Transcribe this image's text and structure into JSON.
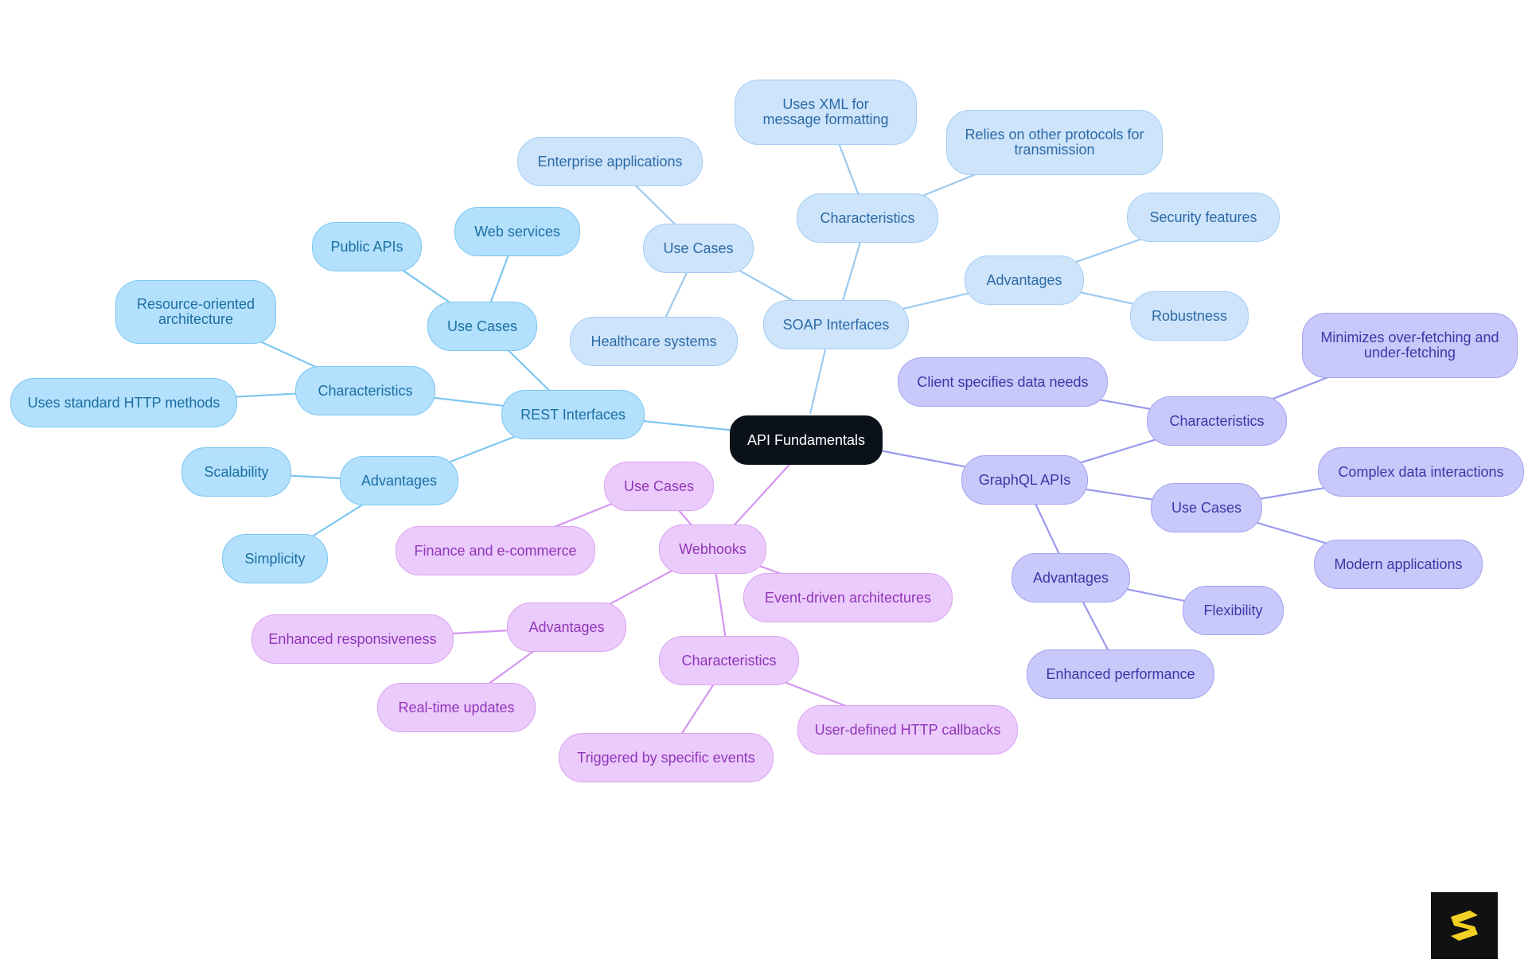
{
  "root": {
    "label": "API Fundamentals"
  },
  "branches": {
    "rest": {
      "label": "REST Interfaces",
      "use_cases": {
        "label": "Use Cases",
        "items": [
          "Public APIs",
          "Web services"
        ]
      },
      "characteristics": {
        "label": "Characteristics",
        "items": [
          "Resource-oriented architecture",
          "Uses standard HTTP methods"
        ]
      },
      "advantages": {
        "label": "Advantages",
        "items": [
          "Scalability",
          "Simplicity"
        ]
      }
    },
    "soap": {
      "label": "SOAP Interfaces",
      "use_cases": {
        "label": "Use Cases",
        "items": [
          "Enterprise applications",
          "Healthcare systems"
        ]
      },
      "characteristics": {
        "label": "Characteristics",
        "items": [
          "Uses XML for message formatting",
          "Relies on other protocols for transmission"
        ]
      },
      "advantages": {
        "label": "Advantages",
        "items": [
          "Security features",
          "Robustness"
        ]
      }
    },
    "graphql": {
      "label": "GraphQL APIs",
      "characteristics": {
        "label": "Characteristics",
        "items": [
          "Client specifies data needs",
          "Minimizes over-fetching and under-fetching"
        ]
      },
      "use_cases": {
        "label": "Use Cases",
        "items": [
          "Complex data interactions",
          "Modern applications"
        ]
      },
      "advantages": {
        "label": "Advantages",
        "items": [
          "Flexibility",
          "Enhanced performance"
        ]
      }
    },
    "webhooks": {
      "label": "Webhooks",
      "use_cases": {
        "label": "Use Cases",
        "items": [
          "Finance and e-commerce",
          "Event-driven architectures"
        ]
      },
      "advantages": {
        "label": "Advantages",
        "items": [
          "Enhanced responsiveness",
          "Real-time updates"
        ]
      },
      "characteristics": {
        "label": "Characteristics",
        "items": [
          "Triggered by specific events",
          "User-defined HTTP callbacks"
        ]
      }
    }
  },
  "logo": {
    "name": "brand-logo-icon"
  },
  "colors": {
    "root": "#0b1119",
    "rest": "#b3e0fc",
    "soap": "#cde4fb",
    "graphql": "#c8c8fb",
    "webhooks": "#ebcbfb"
  }
}
